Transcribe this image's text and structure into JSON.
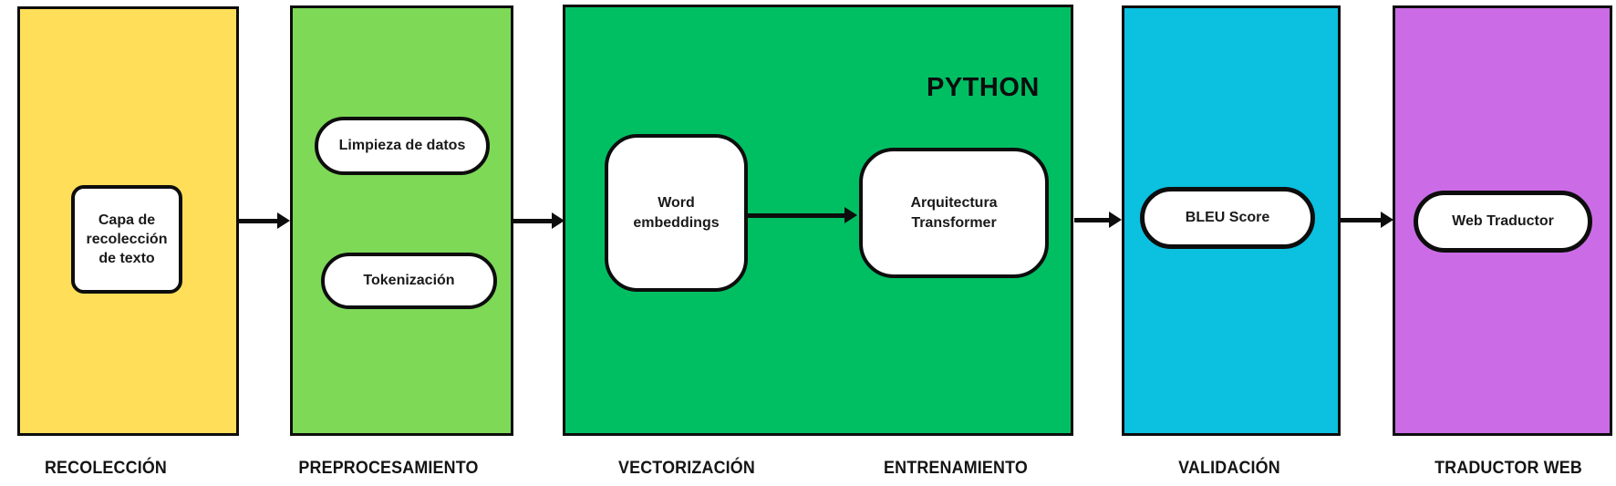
{
  "diagram": {
    "background": "#ffffff",
    "border_color": "#0d0d0d",
    "python_badge": "PYTHON",
    "blocks": [
      {
        "id": "recoleccion",
        "color": "#FFDE59"
      },
      {
        "id": "preprocesamiento",
        "color": "#7ED957"
      },
      {
        "id": "vectorizacion-entrenamiento",
        "color": "#00BF63"
      },
      {
        "id": "validacion",
        "color": "#0CC0DF"
      },
      {
        "id": "traductor-web",
        "color": "#CB6CE6"
      }
    ],
    "nodes": [
      {
        "id": "capa-recoleccion",
        "label": "Capa de\nrecolección\nde texto"
      },
      {
        "id": "limpieza-datos",
        "label": "Limpieza de datos"
      },
      {
        "id": "tokenizacion",
        "label": "Tokenización"
      },
      {
        "id": "word-embeddings",
        "label": "Word\nembeddings"
      },
      {
        "id": "arquitectura-transformer",
        "label": "Arquitectura\nTransformer"
      },
      {
        "id": "bleu-score",
        "label": "BLEU Score"
      },
      {
        "id": "web-traductor",
        "label": "Web Traductor"
      }
    ],
    "footer_labels": [
      {
        "text": "RECOLECCIÓN"
      },
      {
        "text": "PREPROCESAMIENTO"
      },
      {
        "text": "VECTORIZACIÓN"
      },
      {
        "text": "ENTRENAMIENTO"
      },
      {
        "text": "VALIDACIÓN"
      },
      {
        "text": "TRADUCTOR WEB"
      }
    ]
  }
}
